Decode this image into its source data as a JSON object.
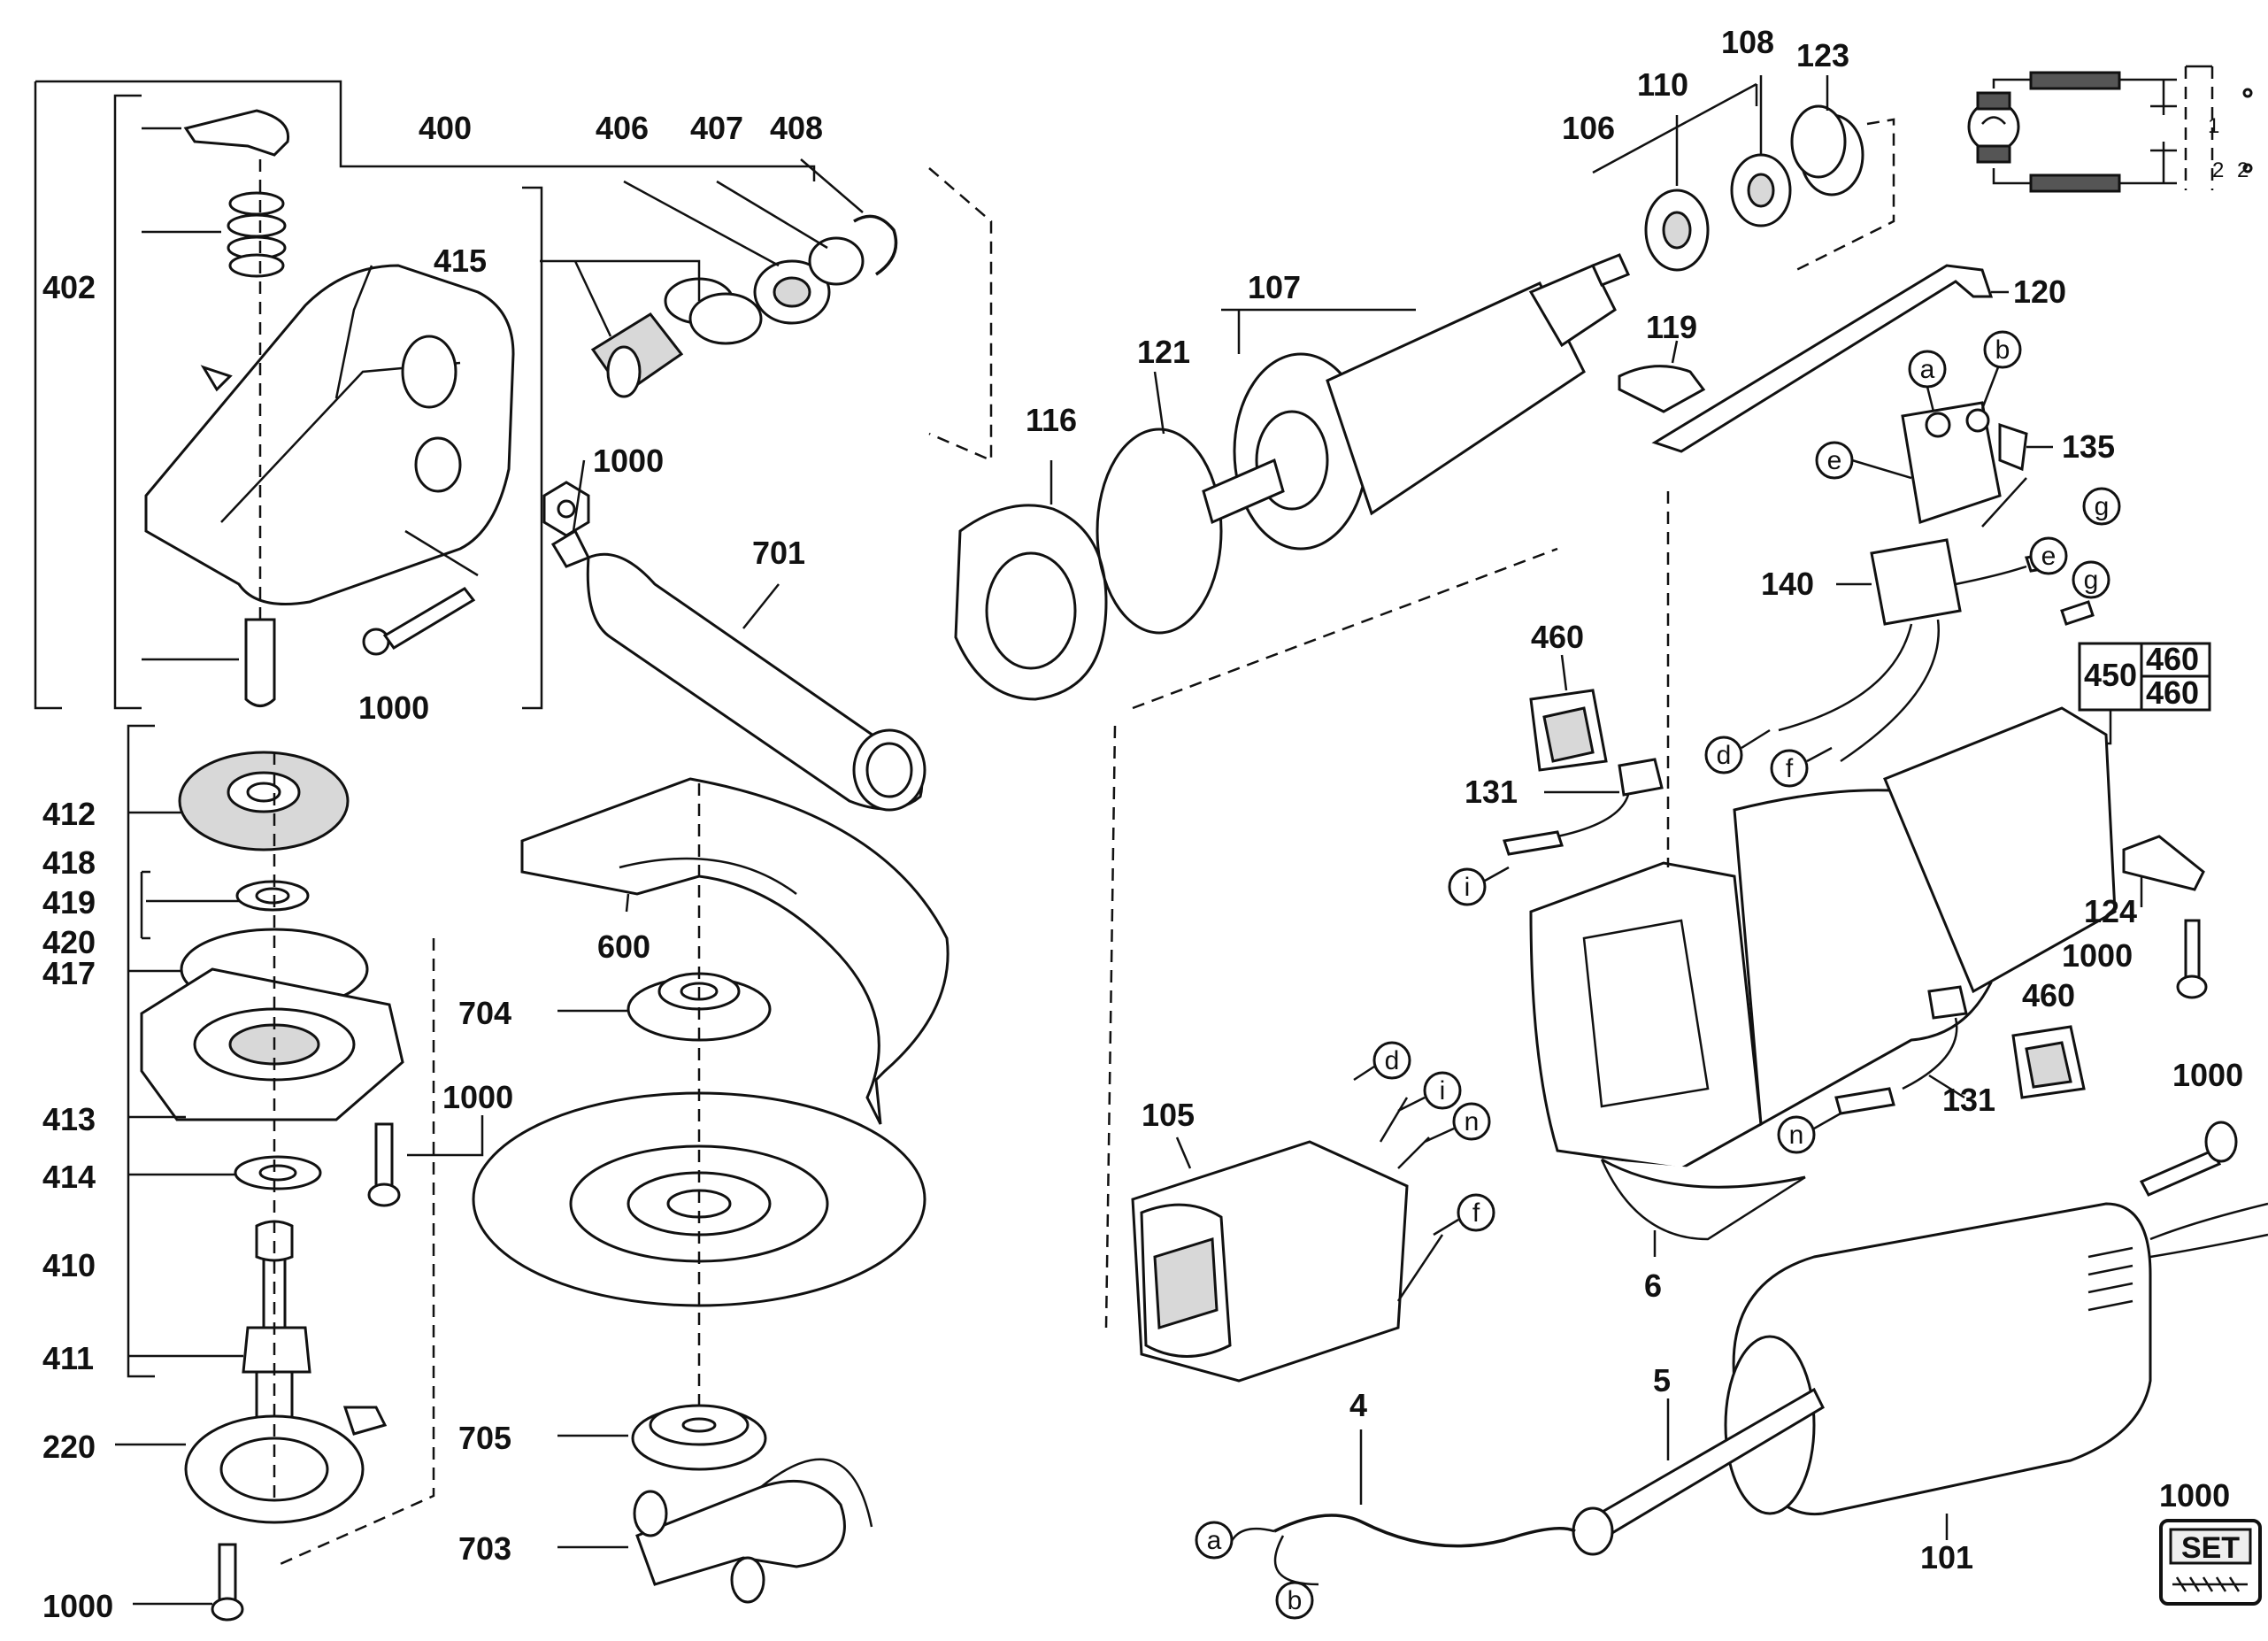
{
  "part_labels": {
    "p400": "400",
    "p402": "402",
    "p406": "406",
    "p407": "407",
    "p408": "408",
    "p415": "415",
    "p1000a": "1000",
    "p1000b": "1000",
    "p701": "701",
    "p116": "116",
    "p121": "121",
    "p107": "107",
    "p106": "106",
    "p110": "110",
    "p108": "108",
    "p123": "123",
    "p120": "120",
    "p119": "119",
    "p135": "135",
    "p140": "140",
    "p460a": "460",
    "p131a": "131",
    "p450": "450",
    "p460b": "460",
    "p460c": "460",
    "p124": "124",
    "p1000c": "1000",
    "p460d": "460",
    "p131b": "131",
    "p1000d": "1000",
    "p105": "105",
    "p6": "6",
    "p5": "5",
    "p4": "4",
    "p101": "101",
    "p1000e": "1000",
    "p412": "412",
    "p418": "418",
    "p419": "419",
    "p420": "420",
    "p417": "417",
    "p413": "413",
    "p414": "414",
    "p1000f": "1000",
    "p410": "410",
    "p411": "411",
    "p220": "220",
    "p1000g": "1000",
    "p600": "600",
    "p704": "704",
    "p705": "705",
    "p703": "703"
  },
  "connector_labels": {
    "a1": "a",
    "b1": "b",
    "e1": "e",
    "g1": "g",
    "e2": "e",
    "g2": "g",
    "d1": "d",
    "f1": "f",
    "i1": "i",
    "n1": "n",
    "d2": "d",
    "i2": "i",
    "n2": "n",
    "f2": "f",
    "a2": "a",
    "b2": "b"
  },
  "wiring_diagram": {
    "contact_1": "1",
    "contact_2": "2",
    "contact_2b": "2"
  },
  "set_badge": {
    "text": "SET"
  },
  "icons": [
    "wiring-schematic-icon",
    "set-screw-badge-icon"
  ]
}
